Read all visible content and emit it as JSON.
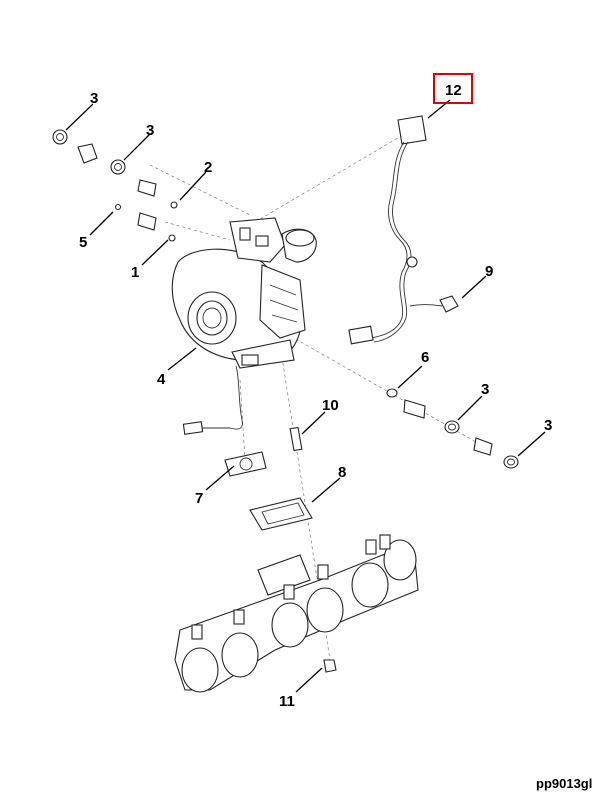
{
  "callouts": [
    {
      "id": "c3a",
      "label": "3"
    },
    {
      "id": "c3b",
      "label": "3"
    },
    {
      "id": "c2",
      "label": "2"
    },
    {
      "id": "c5",
      "label": "5"
    },
    {
      "id": "c1",
      "label": "1"
    },
    {
      "id": "c4",
      "label": "4"
    },
    {
      "id": "c12",
      "label": "12"
    },
    {
      "id": "c9",
      "label": "9"
    },
    {
      "id": "c6",
      "label": "6"
    },
    {
      "id": "c3c",
      "label": "3"
    },
    {
      "id": "c3d",
      "label": "3"
    },
    {
      "id": "c10",
      "label": "10"
    },
    {
      "id": "c7",
      "label": "7"
    },
    {
      "id": "c8",
      "label": "8"
    },
    {
      "id": "c11",
      "label": "11"
    }
  ],
  "highlight": {
    "label": "12",
    "color": "#e00000"
  },
  "reference_code": "pp9013gl"
}
